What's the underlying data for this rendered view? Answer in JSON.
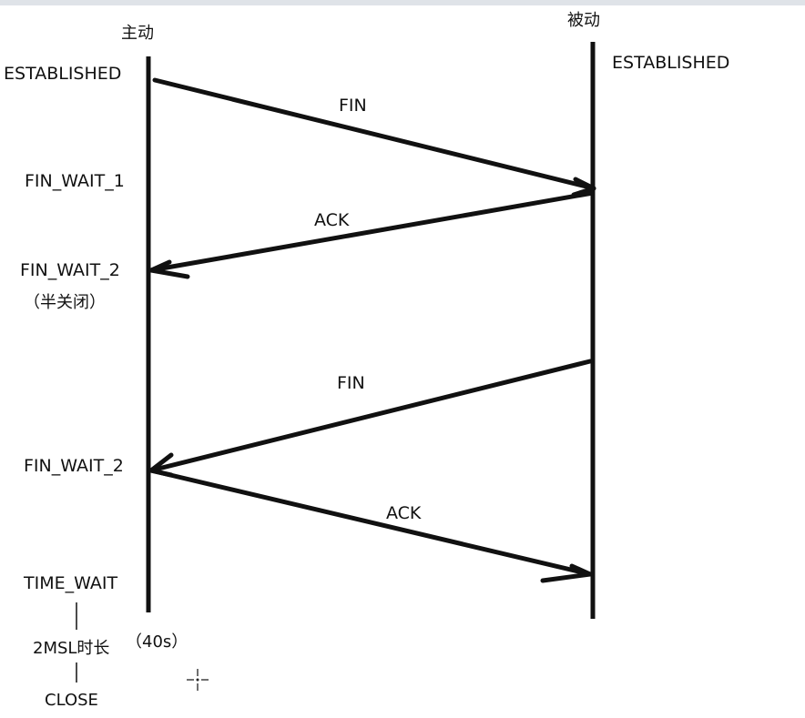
{
  "participants": {
    "active": "主动",
    "passive": "被动"
  },
  "states": {
    "active_established": "ESTABLISHED",
    "passive_established": "ESTABLISHED",
    "fin_wait_1": "FIN_WAIT_1",
    "fin_wait_2_first": "FIN_WAIT_2",
    "half_close": "（半关闭）",
    "fin_wait_2_second": "FIN_WAIT_2",
    "time_wait": "TIME_WAIT",
    "msl_duration": "2MSL时长",
    "msl_seconds": "（40s）",
    "close": "CLOSE"
  },
  "messages": [
    {
      "label": "FIN"
    },
    {
      "label": "ACK"
    },
    {
      "label": "FIN"
    },
    {
      "label": "ACK"
    }
  ],
  "colors": {
    "line": "#111111",
    "background": "#ffffff"
  }
}
